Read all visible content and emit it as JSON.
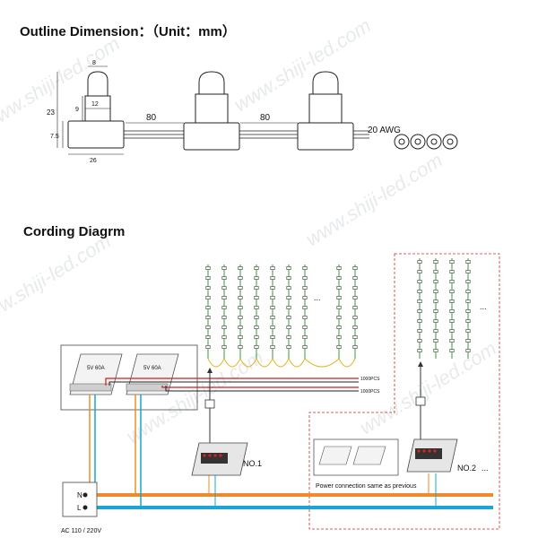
{
  "headings": {
    "outline": "Outline Dimension：（Unit：mm）",
    "cording": "Cording Diagrm"
  },
  "dimensions": {
    "dome_width": "8",
    "height_upper": "9",
    "body_width_top": "12",
    "total_height": "23",
    "base_height": "7.5",
    "base_width": "26",
    "spacing_1": "80",
    "spacing_2": "80",
    "wire_gauge": "20 AWG"
  },
  "diagram": {
    "psu_label_1": "5V 60A",
    "psu_label_2": "5V 60A",
    "pcs_label_1": "1000PCS",
    "pcs_label_2": "1000PCS",
    "controller_1": "NO.1",
    "controller_2": "NO.2",
    "power_note": "Power connection same as previous",
    "neutral": "N",
    "live": "L",
    "ac_input": "AC 110 / 220V",
    "ellipsis": "..."
  },
  "watermark": "www.shiji-led.com",
  "colors": {
    "live_wire": "#19a6d6",
    "neutral_wire": "#f08a2a",
    "red_wire": "#d21c1c",
    "led_green": "#3a9a3a",
    "dashed_border": "#c43030"
  }
}
